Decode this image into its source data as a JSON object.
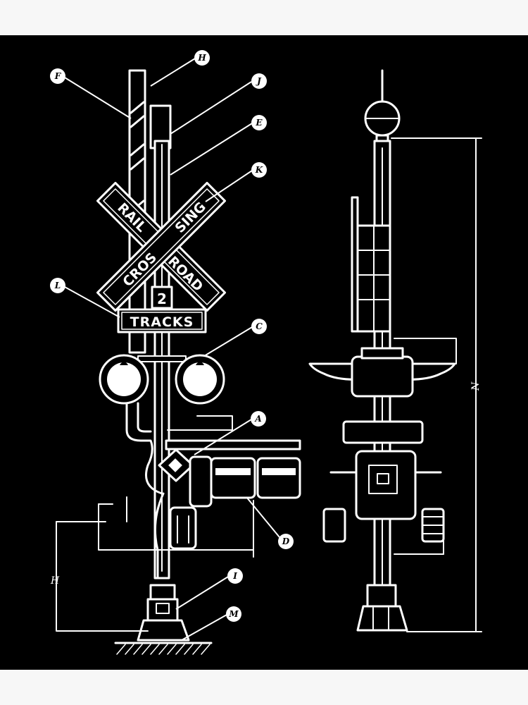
{
  "colors": {
    "background": "#000000",
    "ink": "#ffffff",
    "frame": "#f7f7f7"
  },
  "sign": {
    "word_left_top": "RAIL",
    "word_right_top": "SING",
    "word_left_bottom": "CROS",
    "word_right_bottom": "ROAD",
    "tracks_number": "2",
    "tracks_label": "TRACKS"
  },
  "callouts": [
    "F",
    "H",
    "J",
    "E",
    "K",
    "L",
    "C",
    "A",
    "D",
    "I",
    "M"
  ],
  "dimension_labels": {
    "left_height": "H",
    "right_height": "N"
  }
}
